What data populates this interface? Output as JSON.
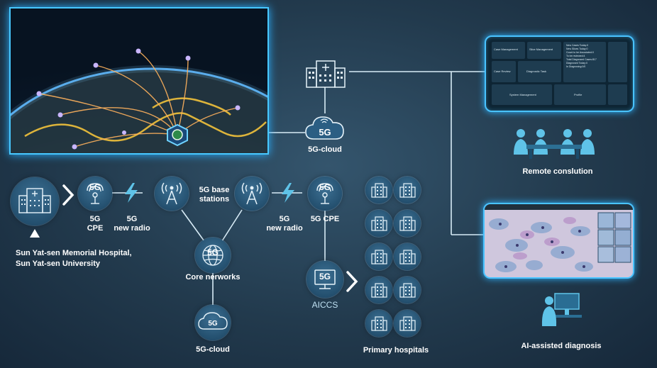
{
  "cloud_top": {
    "badge": "5G",
    "label": "5G-cloud"
  },
  "hospital_main": {
    "label_line1": "Sun Yat-sen Memorial Hospital,",
    "label_line2": "Sun Yat-sen University"
  },
  "cpe_left": {
    "badge": "5G",
    "label_line1": "5G",
    "label_line2": "CPE"
  },
  "radio_left": {
    "label_line1": "5G",
    "label_line2": "new radio"
  },
  "base_stations": {
    "label_line1": "5G base",
    "label_line2": "stations"
  },
  "radio_right": {
    "label_line1": "5G",
    "label_line2": "new radio"
  },
  "cpe_right": {
    "badge": "5G",
    "label": "5G CPE"
  },
  "core": {
    "badge": "5G",
    "label": "Core nerworks"
  },
  "cloud_bottom": {
    "badge": "5G",
    "label": "5G-cloud"
  },
  "aiccs": {
    "badge": "5G",
    "label": "AICCS"
  },
  "primary": {
    "label": "Primary hospitals"
  },
  "remote": {
    "label": "Remote conslution"
  },
  "ai": {
    "label": "AI-assisted diagnosis"
  },
  "screen1": {
    "tiles": [
      "Case Management",
      "Slice Management",
      "Case Review",
      "Diagnostic Task",
      "System Management",
      "Profile"
    ],
    "stats": [
      "New Cases Today:0",
      "New Slices Today:0",
      "Count to be Associated:0",
      "To be reviewed:4",
      "Total Diagnosed Cases:817",
      "Diagnosed Today:0",
      "In Diagnosing:0/0"
    ]
  }
}
